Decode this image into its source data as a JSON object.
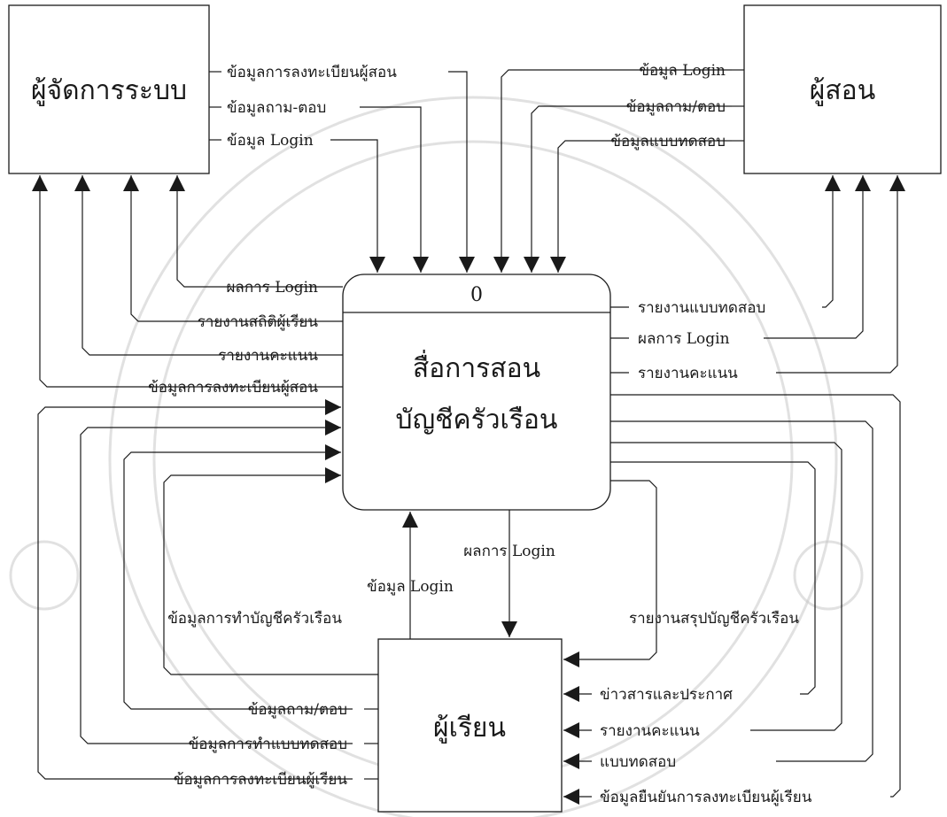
{
  "entities": {
    "admin": "ผู้จัดการระบบ",
    "teacher": "ผู้สอน",
    "learner": "ผู้เรียน"
  },
  "process": {
    "number": "0",
    "title_line1": "สื่อการสอน",
    "title_line2": "บัญชีครัวเรือน"
  },
  "flows": {
    "admin_to_process": [
      "ข้อมูลการลงทะเบียนผู้สอน",
      "ข้อมูลถาม-ตอบ",
      "ข้อมูล Login"
    ],
    "teacher_to_process": [
      "ข้อมูล Login",
      "ข้อมูลถาม/ตอบ",
      "ข้อมูลแบบทดสอบ"
    ],
    "process_to_admin": [
      "ผลการ Login",
      "รายงานสถิติผู้เรียน",
      "รายงานคะแนน",
      "ข้อมูลการลงทะเบียนผู้สอน"
    ],
    "process_to_teacher": [
      "รายงานแบบทดสอบ",
      "ผลการ Login",
      "รายงานคะแนน"
    ],
    "learner_to_process": [
      "ข้อมูลการทำบัญชีครัวเรือน",
      "ข้อมูลถาม/ตอบ",
      "ข้อมูลการทำแบบทดสอบ",
      "ข้อมูลการลงทะเบียนผู้เรียน",
      "ข้อมูล Login"
    ],
    "process_to_learner": [
      "ผลการ Login",
      "รายงานสรุปบัญชีครัวเรือน",
      "ข่าวสารและประกาศ",
      "รายงานคะแนน",
      "แบบทดสอบ",
      "ข้อมูลยืนยันการลงทะเบียนผู้เรียน"
    ]
  },
  "colors": {
    "line": "#1a1a1a",
    "box_fill": "#ffffff",
    "watermark": "#c9c9c9"
  }
}
